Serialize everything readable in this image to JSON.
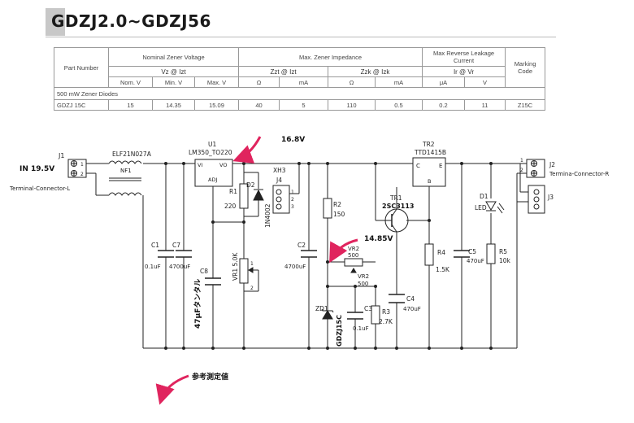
{
  "page": {
    "title": "GDZJ2.0~GDZJ56"
  },
  "table": {
    "part_number": "Part Number",
    "nominal": "Nominal Zener Voltage",
    "impedance": "Max. Zener Impedance",
    "leakage": "Max Reverse Leakage Current",
    "marking": "Marking Code",
    "vz_at_izt": "Vz @ Izt",
    "zzt_at_izt": "Zzt @ Izt",
    "zzk_at_izk": "Zzk @ Izk",
    "ir_at_vr": "Ir @ Vr",
    "units": [
      "Nom. V",
      "Min. V",
      "Max. V",
      "Ω",
      "mA",
      "Ω",
      "mA",
      "μA",
      "V"
    ],
    "section": "500 mW Zener Diodes",
    "row": [
      "GDZJ 15C",
      "15",
      "14.35",
      "15.09",
      "40",
      "5",
      "110",
      "0.5",
      "0.2",
      "11",
      "Z15C"
    ]
  },
  "schematic": {
    "labels": {
      "j1": "J1",
      "in": "IN 19.5V",
      "conn_l": "Terminal-Connector-L",
      "nf_part": "ELF21N027A",
      "nf1": "NF1",
      "u1": "U1",
      "u1_part": "LM350_TO220",
      "vi": "VI",
      "vo": "VO",
      "adj": "ADJ",
      "v168": "16.8V",
      "d2": "D2",
      "d2_part": "1N4002",
      "r1": "R1",
      "r1_val": "220",
      "vr1": "VR1 5.0K",
      "c8": "C8",
      "tantalum": "47μFタンタル",
      "c1": "C1",
      "c1_val": "0.1uF",
      "c7": "C7",
      "c7_val": "4700uF",
      "xh3": "XH3",
      "j4": "J4",
      "c2": "C2",
      "c2_val": "4700uF",
      "r2": "R2",
      "r2_val": "150",
      "tr1": "TR1",
      "tr1_part": "2SC3113",
      "v1485": "14.85V",
      "vr2_a": "VR2",
      "vr2_a_val": "500",
      "vr2_b": "VR2",
      "vr2_b_val": "500",
      "zd1": "ZD1",
      "zd1_part": "GDZJ15C",
      "c3": "C3",
      "c3_val": "0.1uF",
      "r3": "R3",
      "r3_val": "2.7K",
      "c4": "C4",
      "c4_val": "470uF",
      "tr2": "TR2",
      "tr2_part": "TTD1415B",
      "tr2_c": "C",
      "tr2_e": "E",
      "tr2_b": "B",
      "r4": "R4",
      "r4_val": "1.5K",
      "c5": "C5",
      "c5_val": "470uF",
      "d1": "D1",
      "led": "LED",
      "r5": "R5",
      "r5_val": "10k",
      "j2": "J2",
      "conn_r": "Termina-Connector-R",
      "j3": "J3",
      "reference": "参考測定値"
    },
    "colors": {
      "arrow": "#e0245e",
      "wire": "#222222"
    }
  }
}
